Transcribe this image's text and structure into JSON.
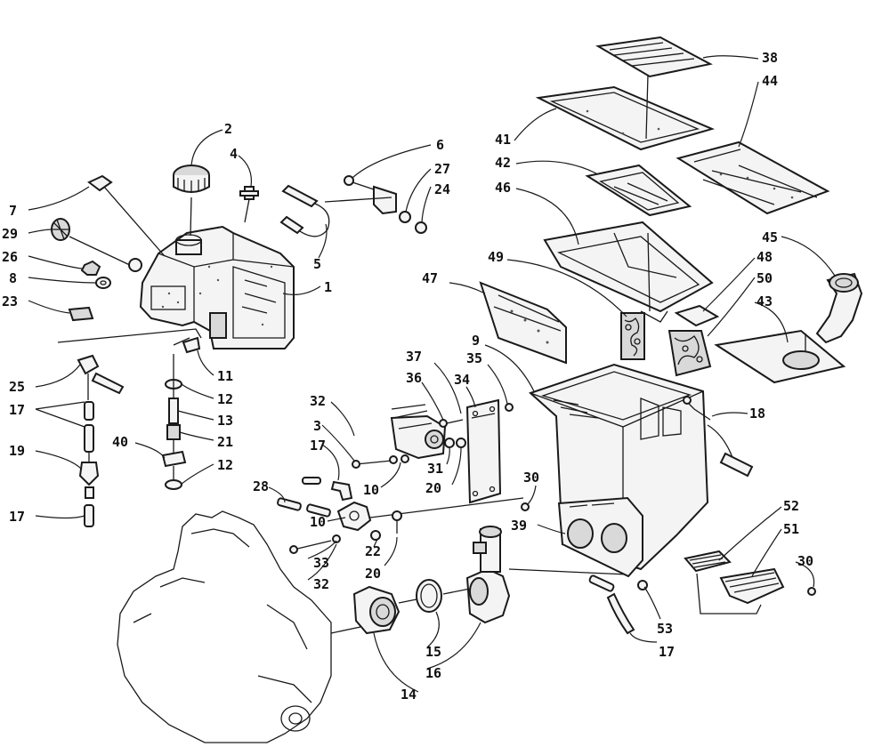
{
  "callouts": [
    {
      "id": "c2",
      "text": "2"
    },
    {
      "id": "c4",
      "text": "4"
    },
    {
      "id": "c6",
      "text": "6"
    },
    {
      "id": "c27",
      "text": "27"
    },
    {
      "id": "c24",
      "text": "24"
    },
    {
      "id": "c7",
      "text": "7"
    },
    {
      "id": "c29",
      "text": "29"
    },
    {
      "id": "c26",
      "text": "26"
    },
    {
      "id": "c8",
      "text": "8"
    },
    {
      "id": "c23",
      "text": "23"
    },
    {
      "id": "c5",
      "text": "5"
    },
    {
      "id": "c1",
      "text": "1"
    },
    {
      "id": "c11",
      "text": "11"
    },
    {
      "id": "c12a",
      "text": "12"
    },
    {
      "id": "c13",
      "text": "13"
    },
    {
      "id": "c21",
      "text": "21"
    },
    {
      "id": "c40",
      "text": "40"
    },
    {
      "id": "c12b",
      "text": "12"
    },
    {
      "id": "c25",
      "text": "25"
    },
    {
      "id": "c17a",
      "text": "17"
    },
    {
      "id": "c19",
      "text": "19"
    },
    {
      "id": "c17b",
      "text": "17"
    },
    {
      "id": "c32a",
      "text": "32"
    },
    {
      "id": "c3",
      "text": "3"
    },
    {
      "id": "c17c",
      "text": "17"
    },
    {
      "id": "c28",
      "text": "28"
    },
    {
      "id": "c10a",
      "text": "10"
    },
    {
      "id": "c10b",
      "text": "10"
    },
    {
      "id": "c33",
      "text": "33"
    },
    {
      "id": "c32b",
      "text": "32"
    },
    {
      "id": "c22",
      "text": "22"
    },
    {
      "id": "c20a",
      "text": "20"
    },
    {
      "id": "c20b",
      "text": "20"
    },
    {
      "id": "c31",
      "text": "31"
    },
    {
      "id": "c37",
      "text": "37"
    },
    {
      "id": "c36",
      "text": "36"
    },
    {
      "id": "c34",
      "text": "34"
    },
    {
      "id": "c35",
      "text": "35"
    },
    {
      "id": "c30a",
      "text": "30"
    },
    {
      "id": "c39",
      "text": "39"
    },
    {
      "id": "c9",
      "text": "9"
    },
    {
      "id": "c47",
      "text": "47"
    },
    {
      "id": "c49",
      "text": "49"
    },
    {
      "id": "c41",
      "text": "41"
    },
    {
      "id": "c42",
      "text": "42"
    },
    {
      "id": "c46",
      "text": "46"
    },
    {
      "id": "c38",
      "text": "38"
    },
    {
      "id": "c44",
      "text": "44"
    },
    {
      "id": "c45",
      "text": "45"
    },
    {
      "id": "c48",
      "text": "48"
    },
    {
      "id": "c50",
      "text": "50"
    },
    {
      "id": "c43",
      "text": "43"
    },
    {
      "id": "c18",
      "text": "18"
    },
    {
      "id": "c52",
      "text": "52"
    },
    {
      "id": "c51",
      "text": "51"
    },
    {
      "id": "c30b",
      "text": "30"
    },
    {
      "id": "c53",
      "text": "53"
    },
    {
      "id": "c17d",
      "text": "17"
    },
    {
      "id": "c15",
      "text": "15"
    },
    {
      "id": "c16",
      "text": "16"
    },
    {
      "id": "c14",
      "text": "14"
    }
  ]
}
